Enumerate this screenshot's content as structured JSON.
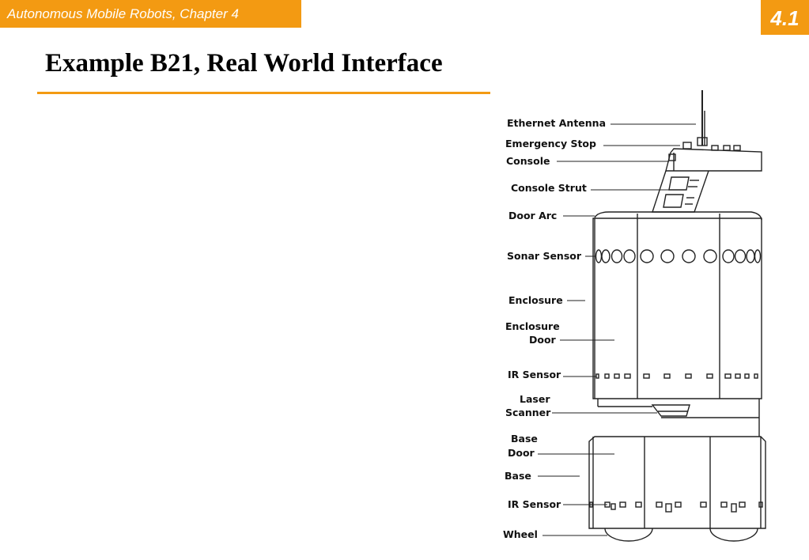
{
  "header": {
    "chapter": "Autonomous Mobile Robots, Chapter 4",
    "slide_number": "4.1"
  },
  "slide": {
    "title": "Example B21, Real World Interface"
  },
  "diagram": {
    "labels": {
      "ethernet_antenna": "Ethernet Antenna",
      "emergency_stop": "Emergency Stop",
      "console": "Console",
      "console_strut": "Console Strut",
      "door_arc": "Door Arc",
      "sonar_sensor": "Sonar Sensor",
      "enclosure": "Enclosure",
      "enclosure_door_line1": "Enclosure",
      "enclosure_door_line2": "Door",
      "ir_sensor_upper": "IR Sensor",
      "laser_scanner_line1": "Laser",
      "laser_scanner_line2": "Scanner",
      "base_door_line1": "Base",
      "base_door_line2": "Door",
      "base": "Base",
      "ir_sensor_lower": "IR Sensor",
      "wheel": "Wheel"
    }
  }
}
